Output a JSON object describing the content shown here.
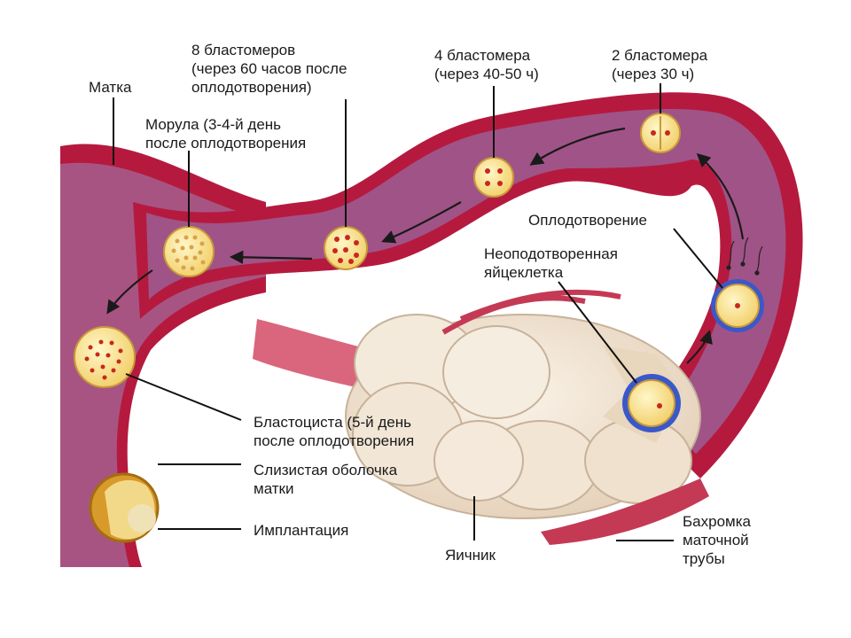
{
  "labels": {
    "uterus": "Матка",
    "blast8": [
      "8 бластомеров",
      "(через 60 часов после",
      "оплодотворения)"
    ],
    "blast4": [
      "4 бластомера",
      "(через 40-50 ч)"
    ],
    "blast2": [
      "2 бластомера",
      "(через 30 ч)"
    ],
    "morula": [
      "Морула (3-4-й день",
      "после оплодотворения"
    ],
    "fertilization": "Оплодотворение",
    "egg": [
      "Неоподотворенная",
      "яйцеклетка"
    ],
    "blastocyst": [
      "Бластоциста (5-й день",
      "после оплодотворения"
    ],
    "mucosa": [
      "Слизистая оболочка",
      "матки"
    ],
    "implantation": "Имплантация",
    "ovary": "Яичник",
    "fimbria": [
      "Бахромка",
      "маточной",
      "трубы"
    ]
  },
  "colors": {
    "tissue_outer": "#b51a3e",
    "tissue_inner": "#ad5a8d",
    "lumen": "#9c4a80",
    "ovary": "#f0e4d4",
    "cell_fill": "#f7e08e",
    "cell_edge": "#c79a3a",
    "nucleus": "#c8281c",
    "sperm": "#3b58c9"
  },
  "icons": [
    "arrow-icon",
    "sperm-icon"
  ]
}
